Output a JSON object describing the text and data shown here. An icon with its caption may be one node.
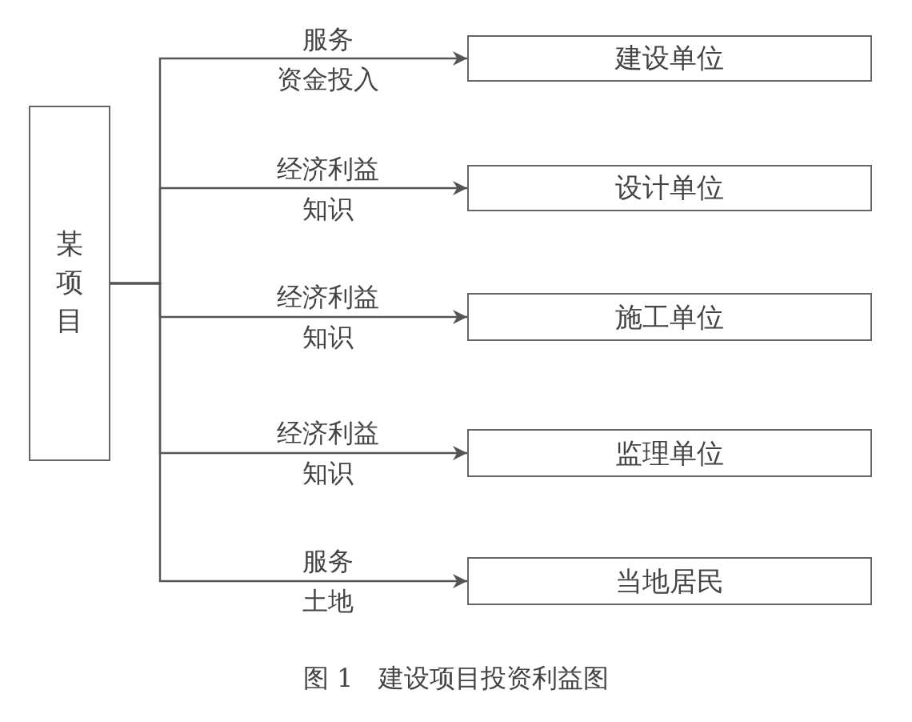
{
  "diagram": {
    "caption": "图 1　建设项目投资利益图",
    "nodes": [
      {
        "text": [
          "某项目"
        ]
      },
      {
        "text": [
          "建设单位"
        ]
      },
      {
        "text": [
          "设计单位"
        ]
      },
      {
        "text": [
          "施工单位"
        ]
      },
      {
        "text": [
          "监理单位"
        ]
      },
      {
        "text": [
          "当地居民"
        ]
      }
    ],
    "edges": [
      {
        "from": 0,
        "to": 1,
        "arrow": "to",
        "label": "服务"
      },
      {
        "from": 0,
        "to": 2,
        "arrow": "to",
        "label": "经济利益"
      },
      {
        "from": 0,
        "to": 3,
        "arrow": "to",
        "label": "经济利益"
      },
      {
        "from": 0,
        "to": 4,
        "arrow": "to",
        "label": "经济利益"
      },
      {
        "from": 0,
        "to": 5,
        "arrow": "to",
        "label": "服务"
      }
    ],
    "labels": [
      "资金投入",
      "知识",
      "知识",
      "知识",
      "土地"
    ]
  }
}
